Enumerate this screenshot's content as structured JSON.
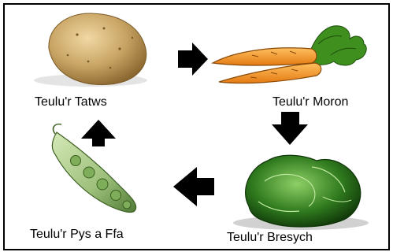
{
  "families": [
    {
      "id": "potato",
      "label": "Teulu'r Tatws",
      "icon": "potato-icon"
    },
    {
      "id": "carrot",
      "label": "Teulu'r Moron",
      "icon": "carrot-icon"
    },
    {
      "id": "cabbage",
      "label": "Teulu'r Bresych",
      "icon": "cabbage-icon"
    },
    {
      "id": "beans",
      "label": "Teulu'r Pys a Ffa",
      "icon": "pea-pod-icon"
    }
  ],
  "arrows": [
    {
      "from": "potato",
      "to": "carrot",
      "direction": "right"
    },
    {
      "from": "carrot",
      "to": "cabbage",
      "direction": "down"
    },
    {
      "from": "cabbage",
      "to": "beans",
      "direction": "left"
    },
    {
      "from": "beans",
      "to": "potato",
      "direction": "up"
    }
  ],
  "colors": {
    "border": "#000000",
    "arrow": "#000000",
    "potato": "#c9a565",
    "carrot": "#f39a2a",
    "carrot_leaves": "#3f8f1e",
    "cabbage": "#2f7a1e",
    "pea_pod": "#9cc07a"
  }
}
